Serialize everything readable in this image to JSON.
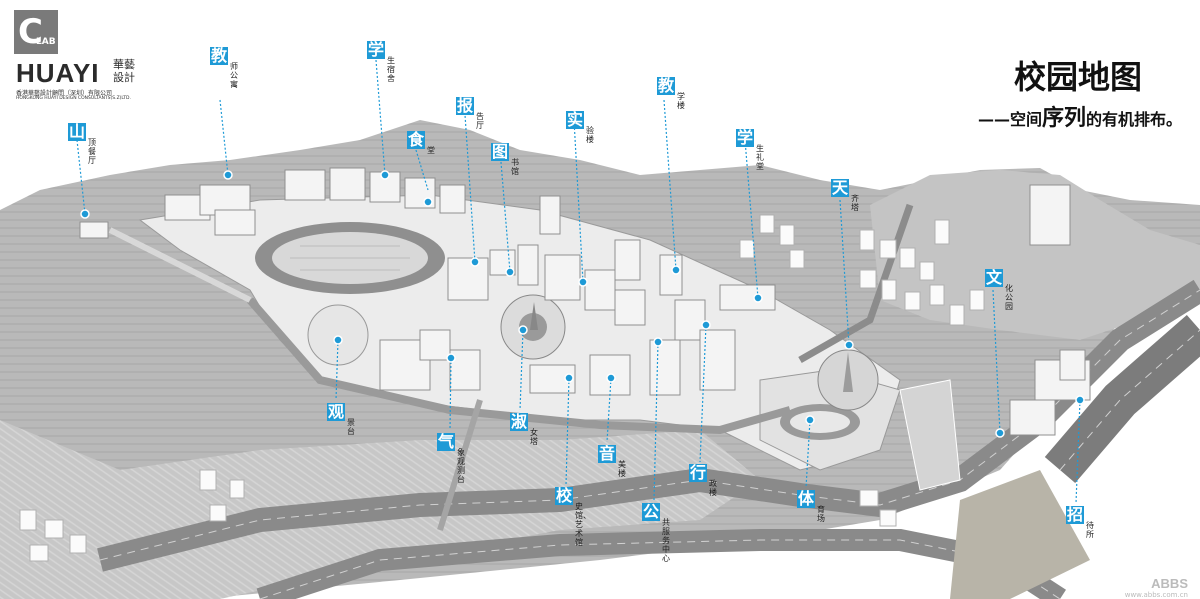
{
  "logo": {
    "mark": "C",
    "lab": "LAB",
    "name": "HUAYI",
    "name_cn": "華藝設計",
    "company_cn": "香港華藝設計顧問（深圳）有限公司",
    "company_en": "HONGKONG HUAYI DESIGN CONSULTANTS(S.Z)LTD."
  },
  "header": {
    "title": "校园地图",
    "subtitle_prefix": "——空间",
    "subtitle_emph": "序列",
    "subtitle_suffix": "的有机排布。"
  },
  "labels": [
    {
      "id": "shan",
      "char": "山",
      "desc": "顶餐厅"
    },
    {
      "id": "jiao1",
      "char": "教",
      "desc": "师公寓"
    },
    {
      "id": "xue1",
      "char": "学",
      "desc": "生宿舍"
    },
    {
      "id": "shi1",
      "char": "食",
      "desc": "堂"
    },
    {
      "id": "bao",
      "char": "报",
      "desc": "告厅"
    },
    {
      "id": "tu",
      "char": "图",
      "desc": "书馆"
    },
    {
      "id": "shi2",
      "char": "实",
      "desc": "验楼"
    },
    {
      "id": "jiao2",
      "char": "教",
      "desc": "学楼"
    },
    {
      "id": "xue2",
      "char": "学",
      "desc": "生礼堂"
    },
    {
      "id": "tian",
      "char": "天",
      "desc": "齐塔"
    },
    {
      "id": "wen",
      "char": "文",
      "desc": "化公园"
    },
    {
      "id": "guan",
      "char": "观",
      "desc": "景台"
    },
    {
      "id": "qi",
      "char": "气",
      "desc": "象观测台"
    },
    {
      "id": "shu",
      "char": "淑",
      "desc": "女塔"
    },
    {
      "id": "yin",
      "char": "音",
      "desc": "美楼"
    },
    {
      "id": "xiao",
      "char": "校",
      "desc": "史馆、艺术馆"
    },
    {
      "id": "gong",
      "char": "公",
      "desc": "共服务中心"
    },
    {
      "id": "xing",
      "char": "行",
      "desc": "政楼"
    },
    {
      "id": "ti",
      "char": "体",
      "desc": "育场"
    },
    {
      "id": "zhao",
      "char": "招",
      "desc": "待所"
    }
  ],
  "watermark": {
    "text": "ABBS",
    "url": "www.abbs.com.cn"
  },
  "colors": {
    "accent": "#1e9ad6",
    "terrain": "#bdbdbd",
    "road": "#8a8a8a",
    "building": "#f2f2f2"
  }
}
